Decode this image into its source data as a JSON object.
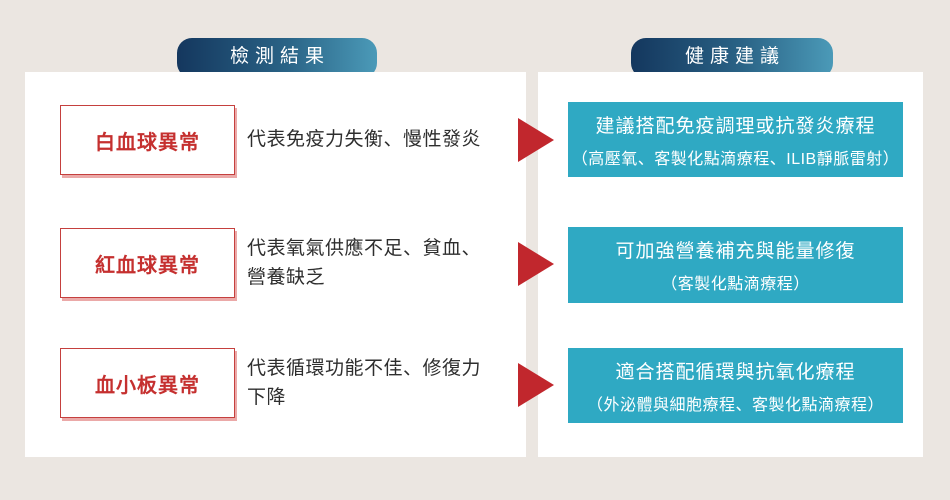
{
  "colors": {
    "background": "#ebe6e1",
    "panel": "#ffffff",
    "header_gradient_start": "#14375e",
    "header_gradient_end": "#4b9ab8",
    "label_red": "#c5302f",
    "box_border_red": "#c5403e",
    "arrow_red": "#c1272d",
    "teal": "#2fa9c3",
    "text_dark": "#2e2e2e"
  },
  "headers": {
    "left": "檢測結果",
    "right": "健康建議"
  },
  "rows": [
    {
      "label": "白血球異常",
      "description": [
        "代表免疫力失衡、慢性發炎"
      ],
      "recommendation": [
        "建議搭配免疫調理或抗發炎療程",
        "（高壓氧、客製化點滴療程、ILIB靜脈雷射）"
      ]
    },
    {
      "label": "紅血球異常",
      "description": [
        "代表氧氣供應不足、貧血、",
        "營養缺乏"
      ],
      "recommendation": [
        "可加強營養補充與能量修復",
        "（客製化點滴療程）"
      ]
    },
    {
      "label": "血小板異常",
      "description": [
        "代表循環功能不佳、修復力",
        "下降"
      ],
      "recommendation": [
        "適合搭配循環與抗氧化療程",
        "（外泌體與細胞療程、客製化點滴療程）"
      ]
    }
  ]
}
